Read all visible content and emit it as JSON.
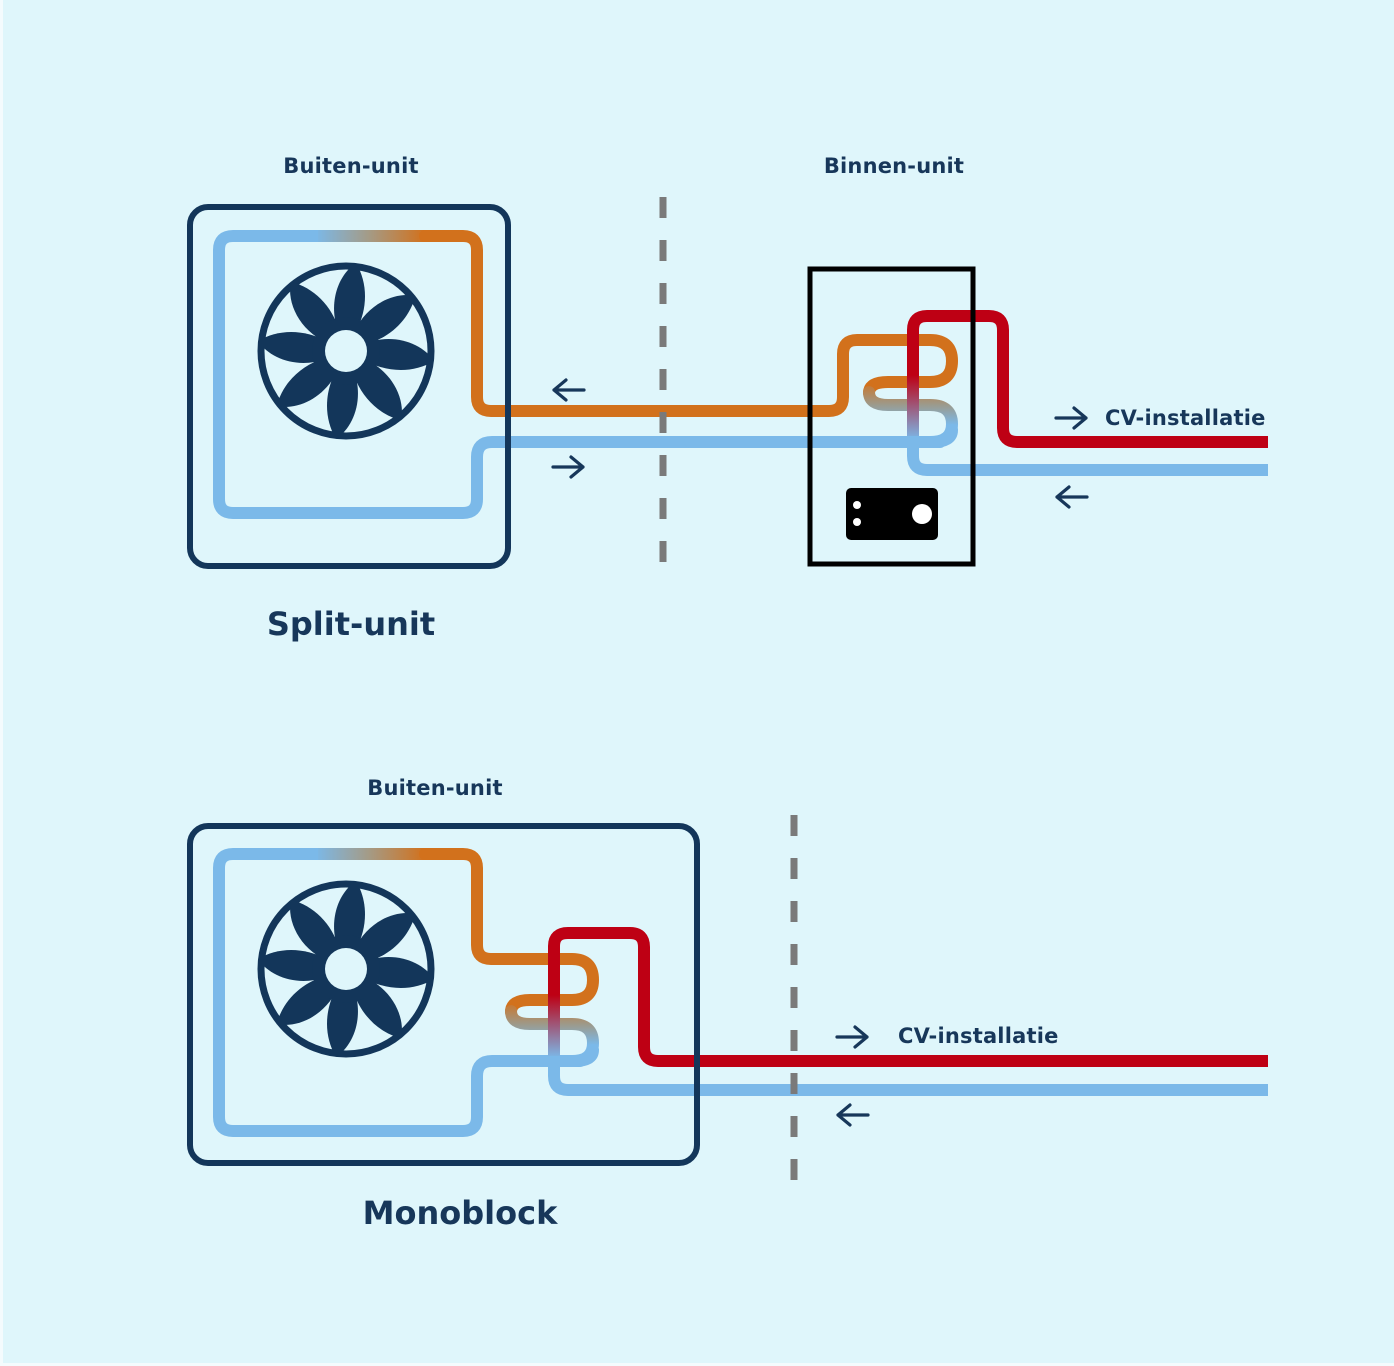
{
  "colors": {
    "background": "#dff6fb",
    "navy": "#13365a",
    "orange": "#d2711c",
    "red": "#be0014",
    "light_blue": "#7bb9e9",
    "gray_dash": "#7a7a7a",
    "black": "#000000"
  },
  "split_unit": {
    "title": "Split-unit",
    "outdoor_label": "Buiten-unit",
    "indoor_label": "Binnen-unit",
    "cv_label": "CV-installatie",
    "icons": [
      "fan-icon",
      "arrow-left-icon",
      "arrow-right-icon",
      "control-panel-icon"
    ]
  },
  "monoblock": {
    "title": "Monoblock",
    "outdoor_label": "Buiten-unit",
    "cv_label": "CV-installatie",
    "icons": [
      "fan-icon",
      "arrow-right-icon",
      "arrow-left-icon"
    ]
  }
}
